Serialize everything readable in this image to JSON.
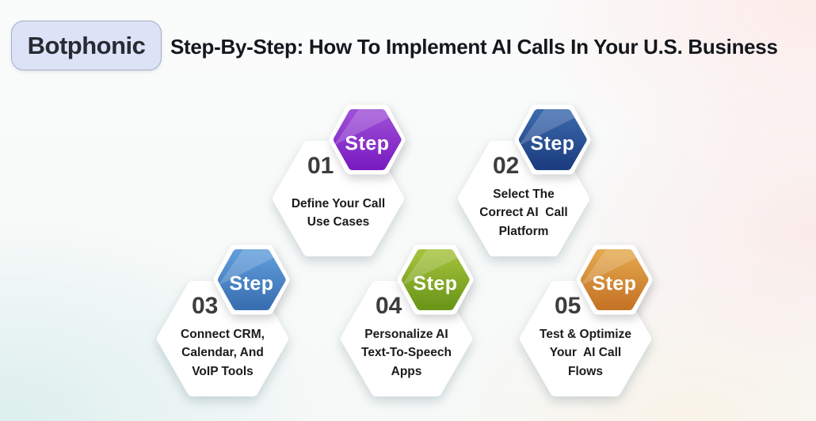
{
  "header": {
    "logo_text": "Botphonic",
    "title": "Step-By-Step: How To Implement AI Calls In Your U.S. Business"
  },
  "colors": {
    "logo_box_bg": "#dde3f7",
    "logo_box_border": "#a3aec9",
    "logo_dot": "#f25a1e",
    "title_text": "#14171c",
    "number_text": "#3d3d3d",
    "label_text": "#1b1b1b",
    "hexagon_fill": "#ffffff",
    "badge_label_text": "#ffffff"
  },
  "steps": [
    {
      "number": "01",
      "badge_label": "Step",
      "grad_top": "#9d4ed6",
      "grad_bottom": "#7a1cc2",
      "label_lines": [
        "Define Your Call",
        "Use Cases"
      ]
    },
    {
      "number": "02",
      "badge_label": "Step",
      "grad_top": "#3a67ab",
      "grad_bottom": "#1c3e80",
      "label_lines": [
        "Select The",
        "Correct AI  Call",
        "Platform"
      ]
    },
    {
      "number": "03",
      "badge_label": "Step",
      "grad_top": "#5f9bd9",
      "grad_bottom": "#3a70b2",
      "label_lines": [
        "Connect CRM,",
        "Calendar, And",
        "VoIP Tools"
      ]
    },
    {
      "number": "04",
      "badge_label": "Step",
      "grad_top": "#a3c03a",
      "grad_bottom": "#6b9719",
      "label_lines": [
        "Personalize AI",
        "Text-To-Speech",
        "Apps"
      ]
    },
    {
      "number": "05",
      "badge_label": "Step",
      "grad_top": "#e2a64b",
      "grad_bottom": "#c67426",
      "label_lines": [
        "Test & Optimize",
        "Your  AI Call",
        "Flows"
      ]
    }
  ]
}
